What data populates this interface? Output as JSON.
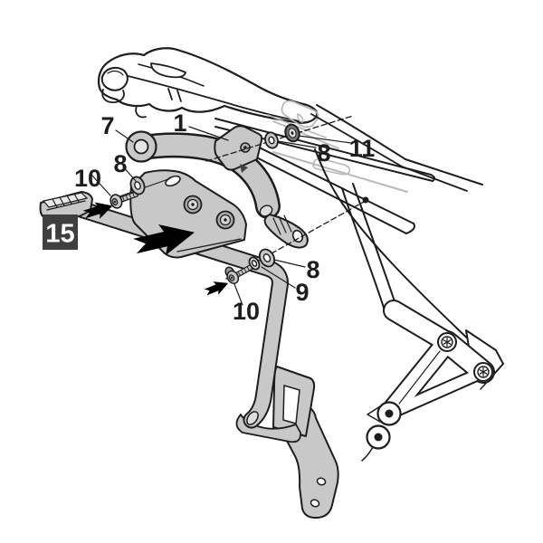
{
  "figure": {
    "kind": "motorcycle-rack-fitting-instruction-diagram",
    "step_badge": {
      "number": "15"
    },
    "callouts": [
      {
        "id": "arm-tube",
        "label": "7"
      },
      {
        "id": "mount-bracket",
        "label": "1"
      },
      {
        "id": "washer-upper",
        "label": "8"
      },
      {
        "id": "bushing",
        "label": "11"
      },
      {
        "id": "screw-left",
        "label": "10"
      },
      {
        "id": "washer-left",
        "label": "8"
      },
      {
        "id": "washer-lower",
        "label": "8"
      },
      {
        "id": "spring-washer",
        "label": "9"
      },
      {
        "id": "screw-lower",
        "label": "10"
      }
    ],
    "icons": {
      "push_direction_arrow": "large-black-push-arrow",
      "insert_arrow_left": "small-black-insert-arrow",
      "insert_arrow_lower": "small-black-insert-arrow"
    },
    "colors": {
      "outline": "#1d1d1d",
      "rack_fill": "#c8c8c8",
      "rack_fill_light": "#e8e8e8",
      "faded_detail": "#b8b8b8",
      "badge_bg": "#3f3f3f",
      "badge_text": "#ffffff",
      "arrow_fill": "#000000",
      "background": "#ffffff"
    }
  }
}
